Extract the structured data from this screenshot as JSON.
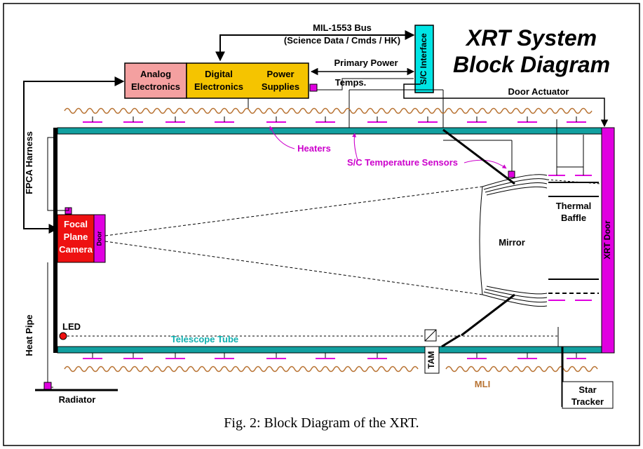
{
  "title": {
    "line1": "XRT System",
    "line2": "Block Diagram"
  },
  "bus": {
    "line1": "MIL-1553 Bus",
    "line2": "(Science Data / Cmds / HK)"
  },
  "interface": {
    "label": "S/C Interface"
  },
  "blocks": {
    "analog": {
      "line1": "Analog",
      "line2": "Electronics"
    },
    "digital": {
      "line1": "Digital",
      "line2": "Electronics"
    },
    "power": {
      "line1": "Power",
      "line2": "Supplies"
    }
  },
  "labels": {
    "primary_power": "Primary Power",
    "temps": "Temps.",
    "door_actuator": "Door Actuator",
    "fpca_harness": "FPCA Harness",
    "heaters": "Heaters",
    "temperature_sensors": "S/C Temperature Sensors",
    "focal_plane_camera": [
      "Focal",
      "Plane",
      "Camera"
    ],
    "door": "Door",
    "mirror": "Mirror",
    "thermal_baffle": [
      "Thermal",
      "Baffle"
    ],
    "xrt_door": "XRT Door",
    "heat_pipe": "Heat Pipe",
    "led": "LED",
    "telescope_tube": "Telescope Tube",
    "tam": "TAM",
    "mli": "MLI",
    "star_tracker": [
      "Star",
      "Tracker"
    ],
    "radiator": "Radiator"
  },
  "caption": "Fig. 2: Block Diagram of the XRT.",
  "colors": {
    "analog": "#f4a0a0",
    "digital": "#f5c400",
    "interface": "#00e5e5",
    "tube": "#12a0a0",
    "magenta": "#e000e0",
    "camera": "#ee1111",
    "mli": "#b87333",
    "heater_text": "#cc00cc",
    "tube_text": "#10b0b0"
  }
}
